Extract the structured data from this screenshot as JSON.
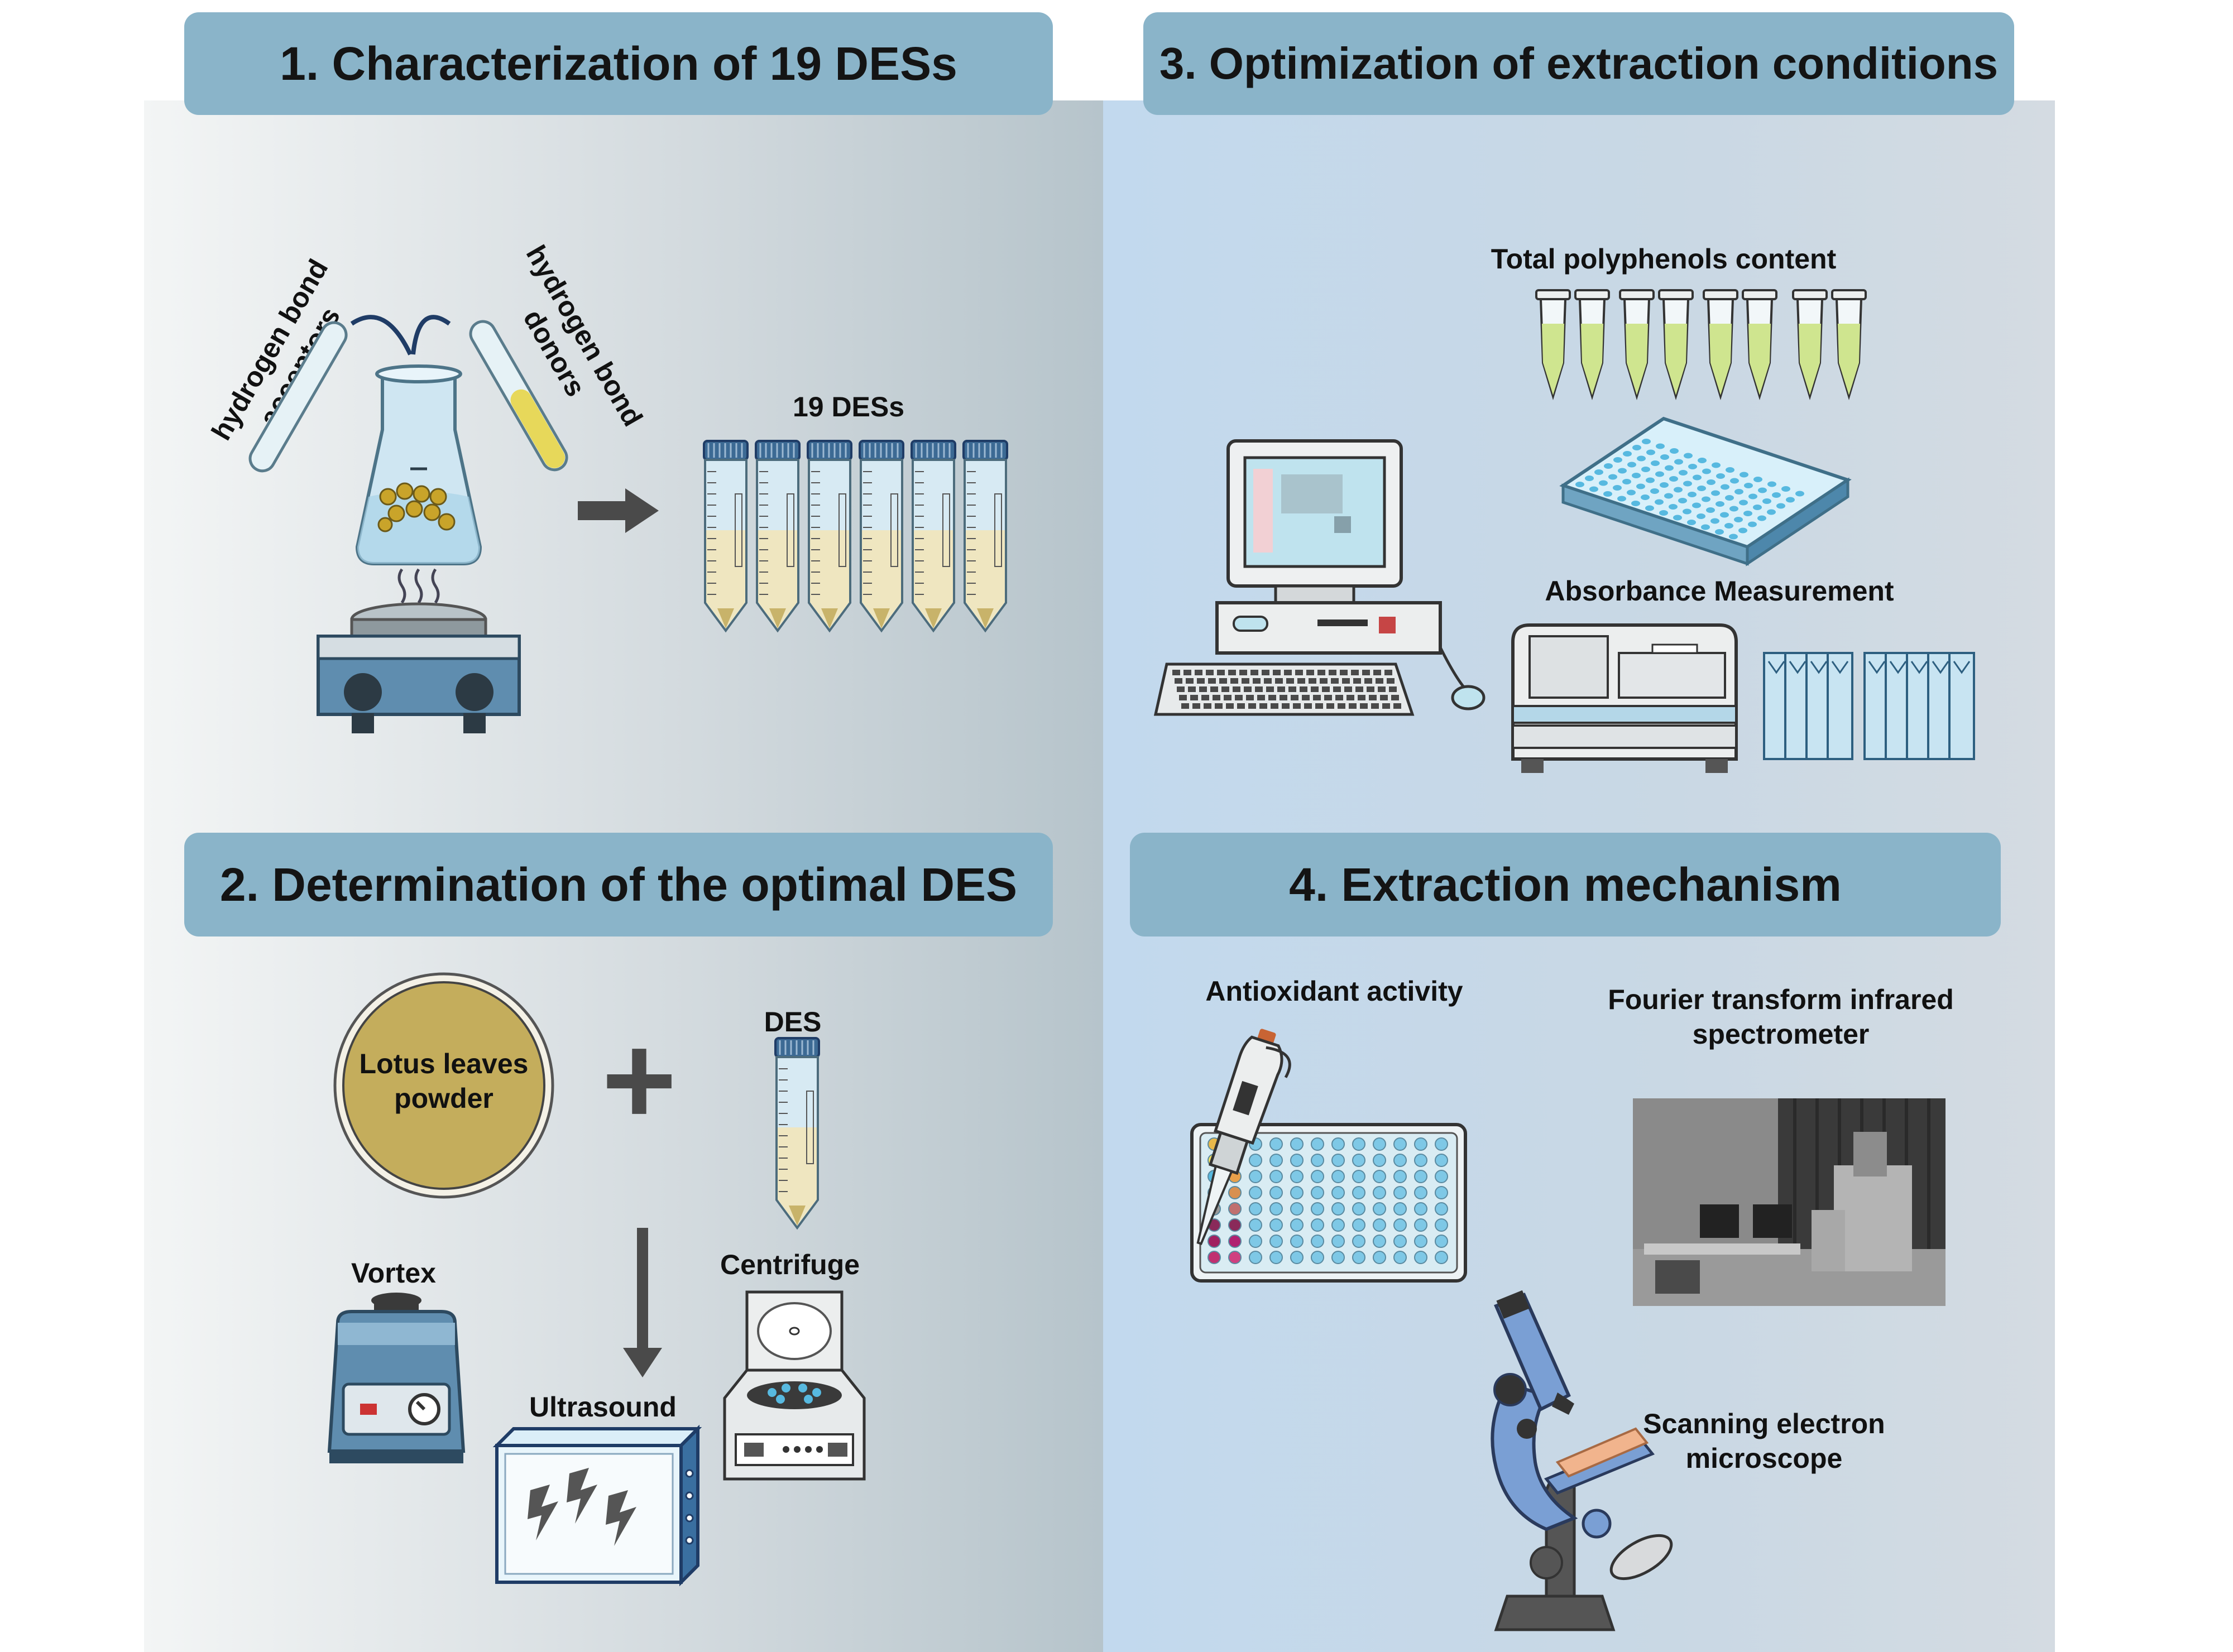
{
  "sections": {
    "s1": {
      "title": "1. Characterization of 19 DESs"
    },
    "s2": {
      "title": "2. Determination of the optimal DES"
    },
    "s3": {
      "title": "3. Optimization of extraction conditions"
    },
    "s4": {
      "title": "4. Extraction mechanism"
    }
  },
  "s1": {
    "acceptors_line1": "hydrogen bond",
    "acceptors_line2": "acceptors",
    "donors_line1": "hydrogen bond",
    "donors_line2": "donors",
    "tubes_label": "19 DESs"
  },
  "s2": {
    "powder_line1": "Lotus leaves",
    "powder_line2": "powder",
    "plus": "+",
    "des_label": "DES",
    "vortex": "Vortex",
    "centrifuge": "Centrifuge",
    "ultrasound": "Ultrasound"
  },
  "s3": {
    "tpc": "Total polyphenols content",
    "absorbance": "Absorbance Measurement"
  },
  "s4": {
    "antioxidant": "Antioxidant activity",
    "ftir_line1": "Fourier transform infrared",
    "ftir_line2": "spectrometer",
    "sem_line1": "Scanning electron",
    "sem_line2": "microscope"
  },
  "colors": {
    "header": "#8ab4c9",
    "powder": "#c4ad5c",
    "liquid": "#efe6c0",
    "cap": "#3c6a94",
    "hotplate": "#4f7d9f",
    "arrow": "#4a4a4a"
  }
}
